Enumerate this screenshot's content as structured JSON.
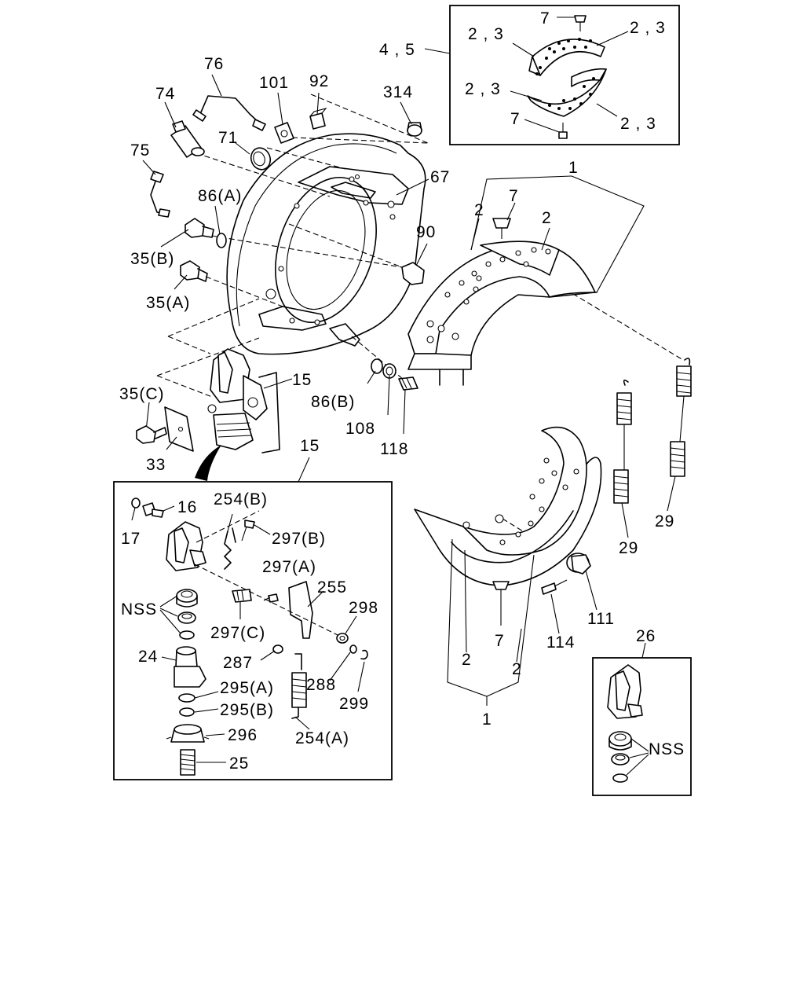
{
  "labels": {
    "l_45": "4 , 5",
    "l_7_top": "7",
    "l_23_a": "2 , 3",
    "l_23_b": "2 , 3",
    "l_23_c": "2 , 3",
    "l_23_d": "2 , 3",
    "l_7_inset": "7",
    "l_76": "76",
    "l_74": "74",
    "l_101": "101",
    "l_92": "92",
    "l_314": "314",
    "l_71": "71",
    "l_75": "75",
    "l_86a": "86(A)",
    "l_67": "67",
    "l_1_top": "1",
    "l_2_topleft": "2",
    "l_7_shoe": "7",
    "l_2_topright": "2",
    "l_35b": "35(B)",
    "l_90": "90",
    "l_35a": "35(A)",
    "l_15": "15",
    "l_35c": "35(C)",
    "l_86b": "86(B)",
    "l_108": "108",
    "l_118": "118",
    "l_33": "33",
    "l_15_box": "15",
    "l_16": "16",
    "l_17": "17",
    "l_254b": "254(B)",
    "l_297b": "297(B)",
    "l_297a": "297(A)",
    "l_255": "255",
    "l_nss_1": "NSS",
    "l_298": "298",
    "l_297c": "297(C)",
    "l_24": "24",
    "l_287": "287",
    "l_288": "288",
    "l_295a": "295(A)",
    "l_299": "299",
    "l_295b": "295(B)",
    "l_296": "296",
    "l_254a": "254(A)",
    "l_25": "25",
    "l_29_a": "29",
    "l_29_b": "29",
    "l_111": "111",
    "l_114": "114",
    "l_7_lower": "7",
    "l_2_lowleft": "2",
    "l_2_lowright": "2",
    "l_1_low": "1",
    "l_26": "26",
    "l_nss_2": "NSS"
  }
}
